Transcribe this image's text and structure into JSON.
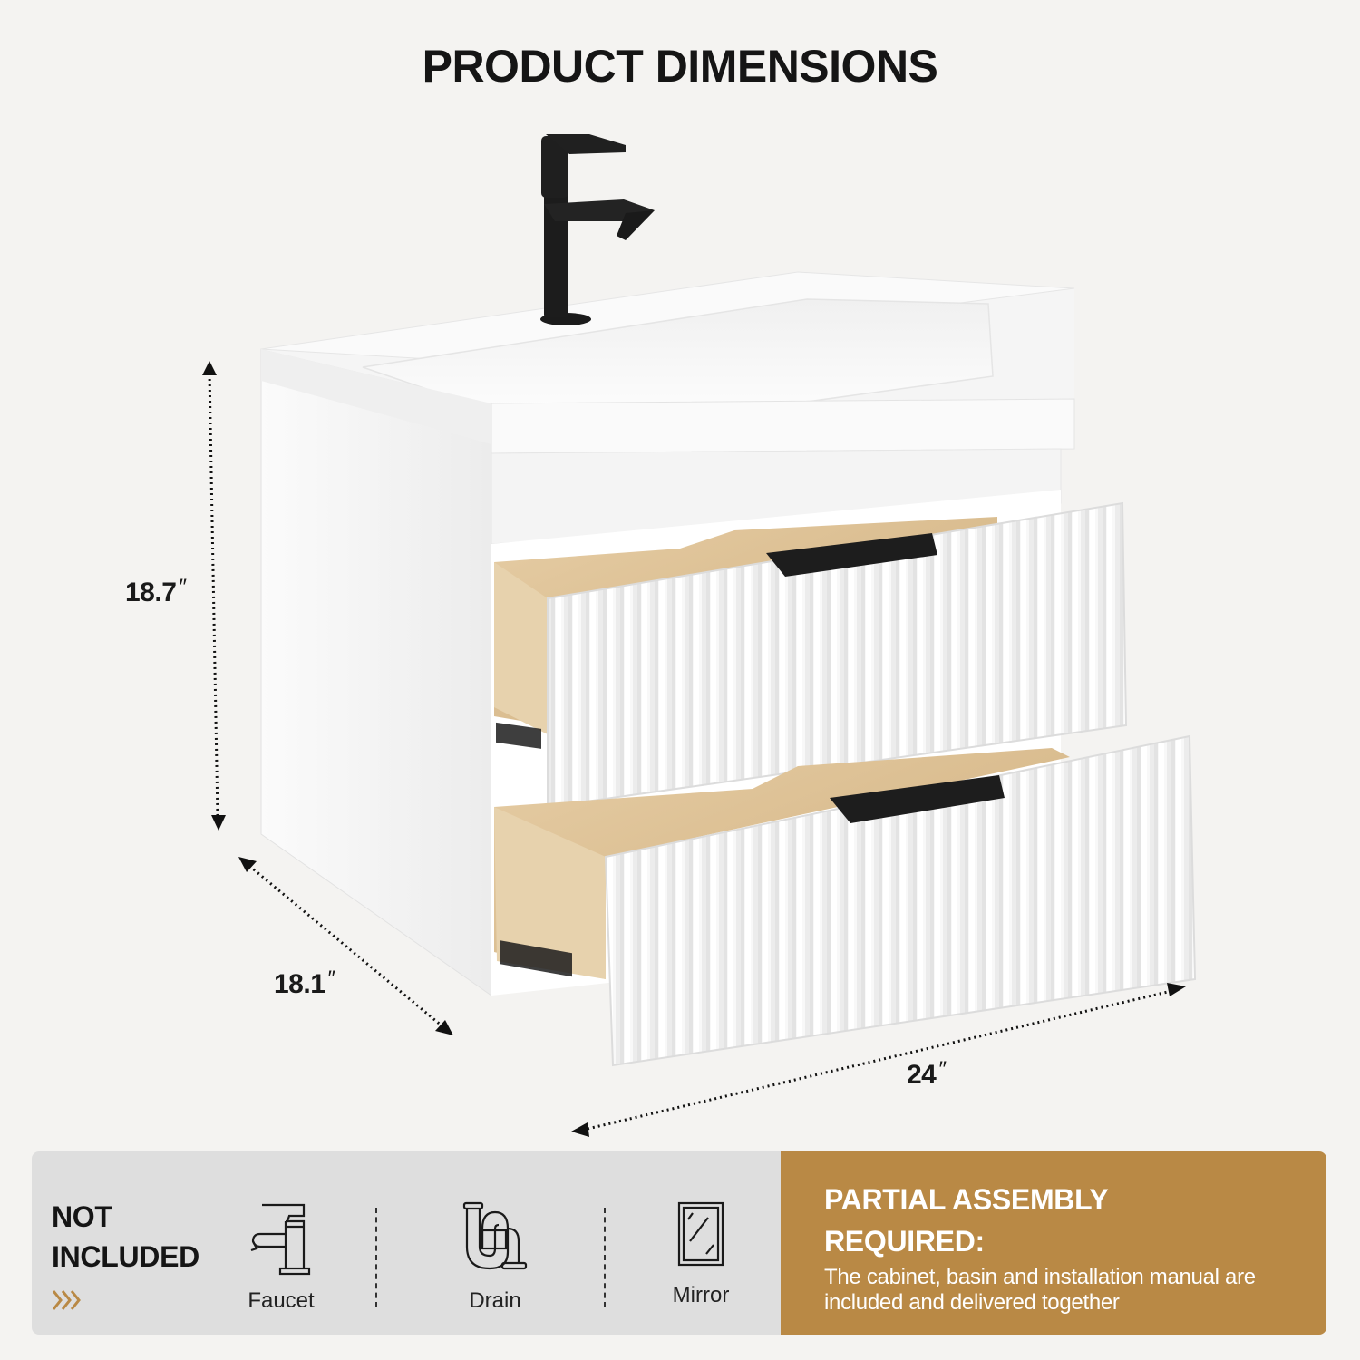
{
  "header": {
    "title": "PRODUCT DIMENSIONS"
  },
  "dimensions": {
    "height": {
      "value": "18.7",
      "unit": "″"
    },
    "depth": {
      "value": "18.1",
      "unit": "″"
    },
    "width": {
      "value": "24",
      "unit": "″"
    }
  },
  "product": {
    "description": "White wall-mounted bathroom vanity with integrated sink, black faucet, and two fluted drawers with black pulls",
    "colors": {
      "cabinet": "#f7f7f7",
      "wood": "#dcc096",
      "hardware": "#1c1c1c"
    }
  },
  "not_included": {
    "title_line1": "NOT",
    "title_line2": "INCLUDED",
    "chevron_color": "#b98945",
    "items": [
      {
        "label": "Faucet",
        "icon": "faucet-icon"
      },
      {
        "label": "Drain",
        "icon": "drain-icon"
      },
      {
        "label": "Mirror",
        "icon": "mirror-icon"
      }
    ]
  },
  "assembly": {
    "title_line1": "PARTIAL ASSEMBLY",
    "title_line2": "REQUIRED:",
    "description": "The cabinet, basin and installation manual are included and delivered together",
    "background": "#b98945"
  }
}
